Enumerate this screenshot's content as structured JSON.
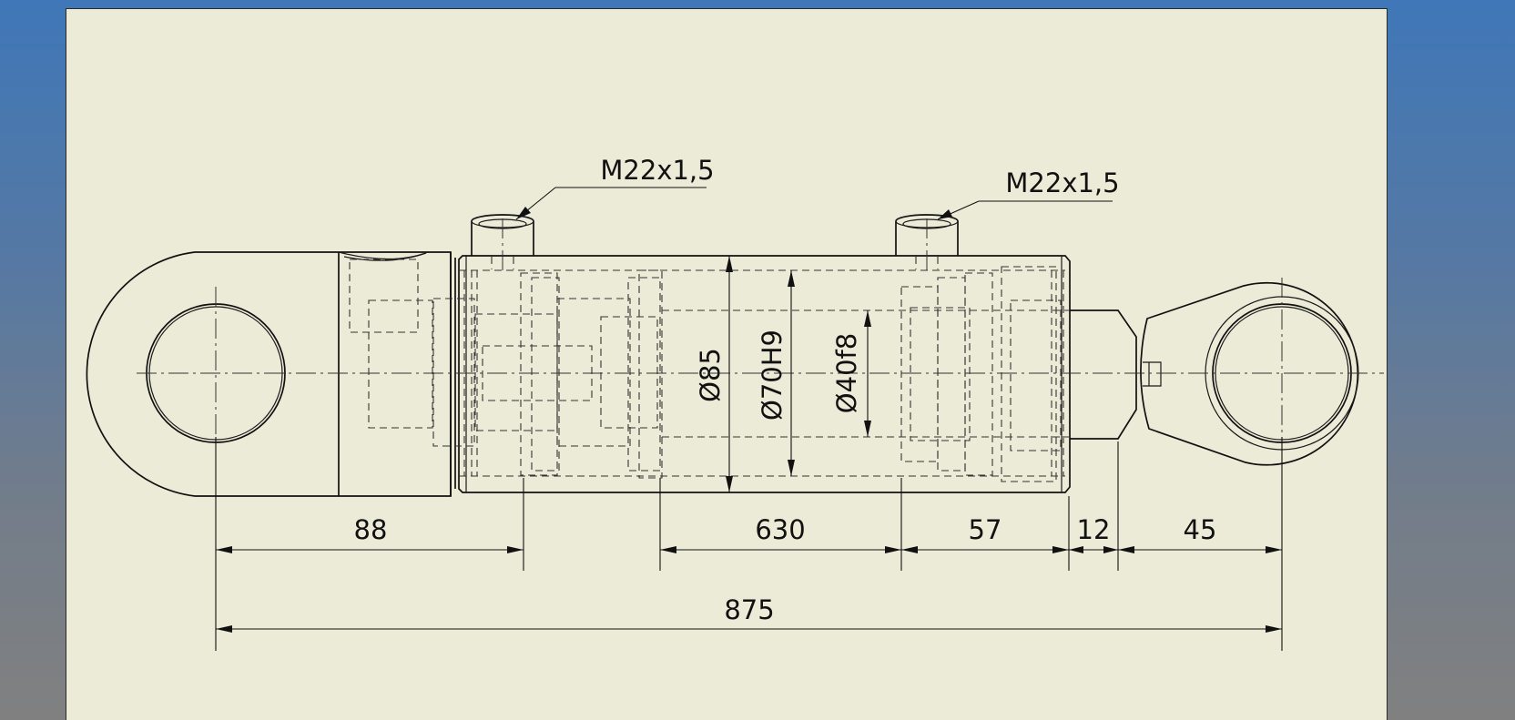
{
  "drawing": {
    "thread_callouts": [
      "M22x1,5",
      "M22x1,5"
    ],
    "diameter_dimensions": [
      "Ø85",
      "Ø70H9",
      "Ø40f8"
    ],
    "length_dimensions": [
      "88",
      "630",
      "57",
      "12",
      "45",
      "875"
    ]
  }
}
